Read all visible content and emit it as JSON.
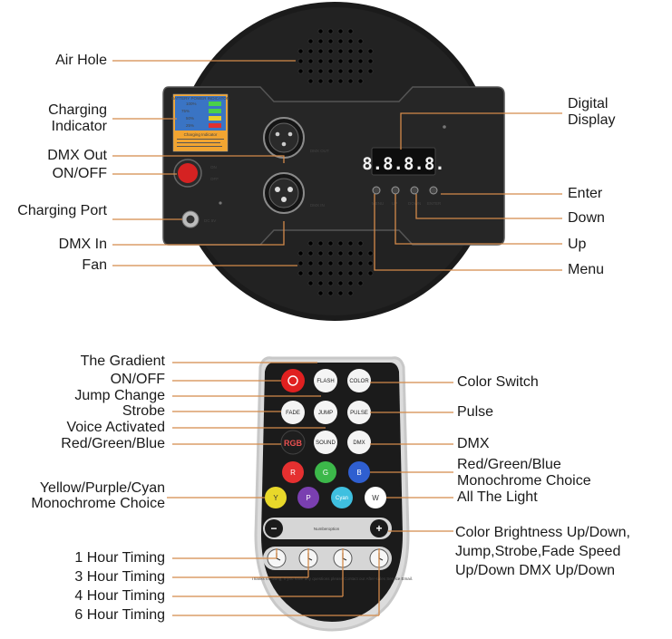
{
  "top_device": {
    "labels_left": [
      "Air Hole",
      "Charging Indicator",
      "DMX Out",
      "ON/OFF",
      "Charging Port",
      "DMX In",
      "Fan"
    ],
    "labels_right": [
      "Digital Display",
      "Enter",
      "Down",
      "Up",
      "Menu"
    ],
    "display_text": "8.8.8.8.",
    "panel_text": {
      "battery_title": "BATTERY POWER INDICATOR",
      "battery_levels": [
        "100%",
        "75%",
        "50%",
        "25%"
      ],
      "charging_title": "Charging Indicator",
      "dmx_out": "DMX OUT",
      "dmx_in": "DMX IN",
      "on": "ON",
      "off": "OFF",
      "dc": "DC 5V",
      "buttons": [
        "MENU",
        "UP",
        "DOWN",
        "ENTER"
      ]
    }
  },
  "remote": {
    "labels_left": [
      "The Gradient",
      "ON/OFF",
      "Jump Change",
      "Strobe",
      "Voice Activated",
      "Red/Green/Blue",
      "Yellow/Purple/Cyan Monochrome Choice",
      "1 Hour Timing",
      "3 Hour Timing",
      "4 Hour Timing",
      "6 Hour Timing"
    ],
    "labels_right": [
      "Color Switch",
      "Pulse",
      "DMX",
      "Red/Green/Blue Monochrome Choice",
      "All The Light",
      "Color Brightness Up/Down, Jump,Strobe,Fade Speed Up/Down DMX Up/Down"
    ],
    "buttons": {
      "row1": [
        "",
        "FLASH",
        "COLOR"
      ],
      "row2": [
        "FADE",
        "JUMP",
        "PULSE"
      ],
      "row3": [
        "RGB",
        "SOUND",
        "DMX"
      ],
      "row4": [
        "R",
        "G",
        "B"
      ],
      "row5": [
        "Y",
        "P",
        "Cyan",
        "W"
      ],
      "minus": "−",
      "plus": "+",
      "number_label": "Numberoption",
      "footer": "Thanks for using, if you have any questions please Contact our After-sales Service Email."
    },
    "colors": {
      "on_red": "#e02020",
      "r": "#e53030",
      "g": "#3cb84a",
      "b": "#2f5fd0",
      "y": "#e8d82a",
      "p": "#7a3fb0",
      "c": "#3fc0e0",
      "w": "#ffffff"
    }
  }
}
